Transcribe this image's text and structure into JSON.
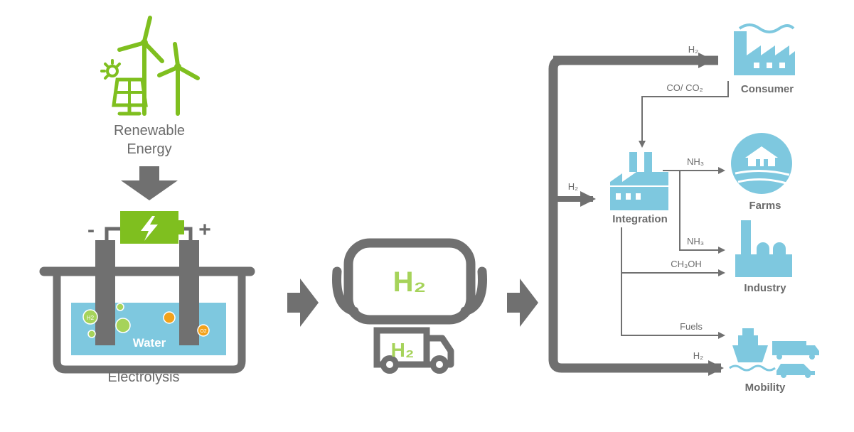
{
  "colors": {
    "gray": "#707070",
    "green": "#7fbf1f",
    "light_green": "#a6d35a",
    "blue": "#7ec8df",
    "orange": "#f2a21b",
    "text": "#6b6b6b"
  },
  "source": {
    "label_line1": "Renewable",
    "label_line2": "Energy",
    "icon": "wind-solar-icon"
  },
  "electrolysis": {
    "label": "Electrolysis",
    "water_label": "Water",
    "battery_icon": "battery-icon",
    "minus_sign": "-",
    "plus_sign": "+",
    "bubble_h2": "H2",
    "bubble_o2": "O2"
  },
  "storage": {
    "tank_label": "H₂",
    "truck_label": "H₂",
    "tank_icon": "hydrogen-tank-icon",
    "truck_icon": "truck-icon"
  },
  "nodes": {
    "consumer": "Consumer",
    "integration": "Integration",
    "farms": "Farms",
    "industry": "Industry",
    "mobility": "Mobility"
  },
  "flows": {
    "h2_to_consumer": "H₂",
    "consumer_to_integration": "CO/ CO₂",
    "h2_to_integration": "H₂",
    "nh3_to_farms": "NH₃",
    "nh3_to_industry": "NH₃",
    "ch3oh_to_industry": "CH₃OH",
    "fuels_to_mobility": "Fuels",
    "h2_to_mobility": "H₂"
  }
}
